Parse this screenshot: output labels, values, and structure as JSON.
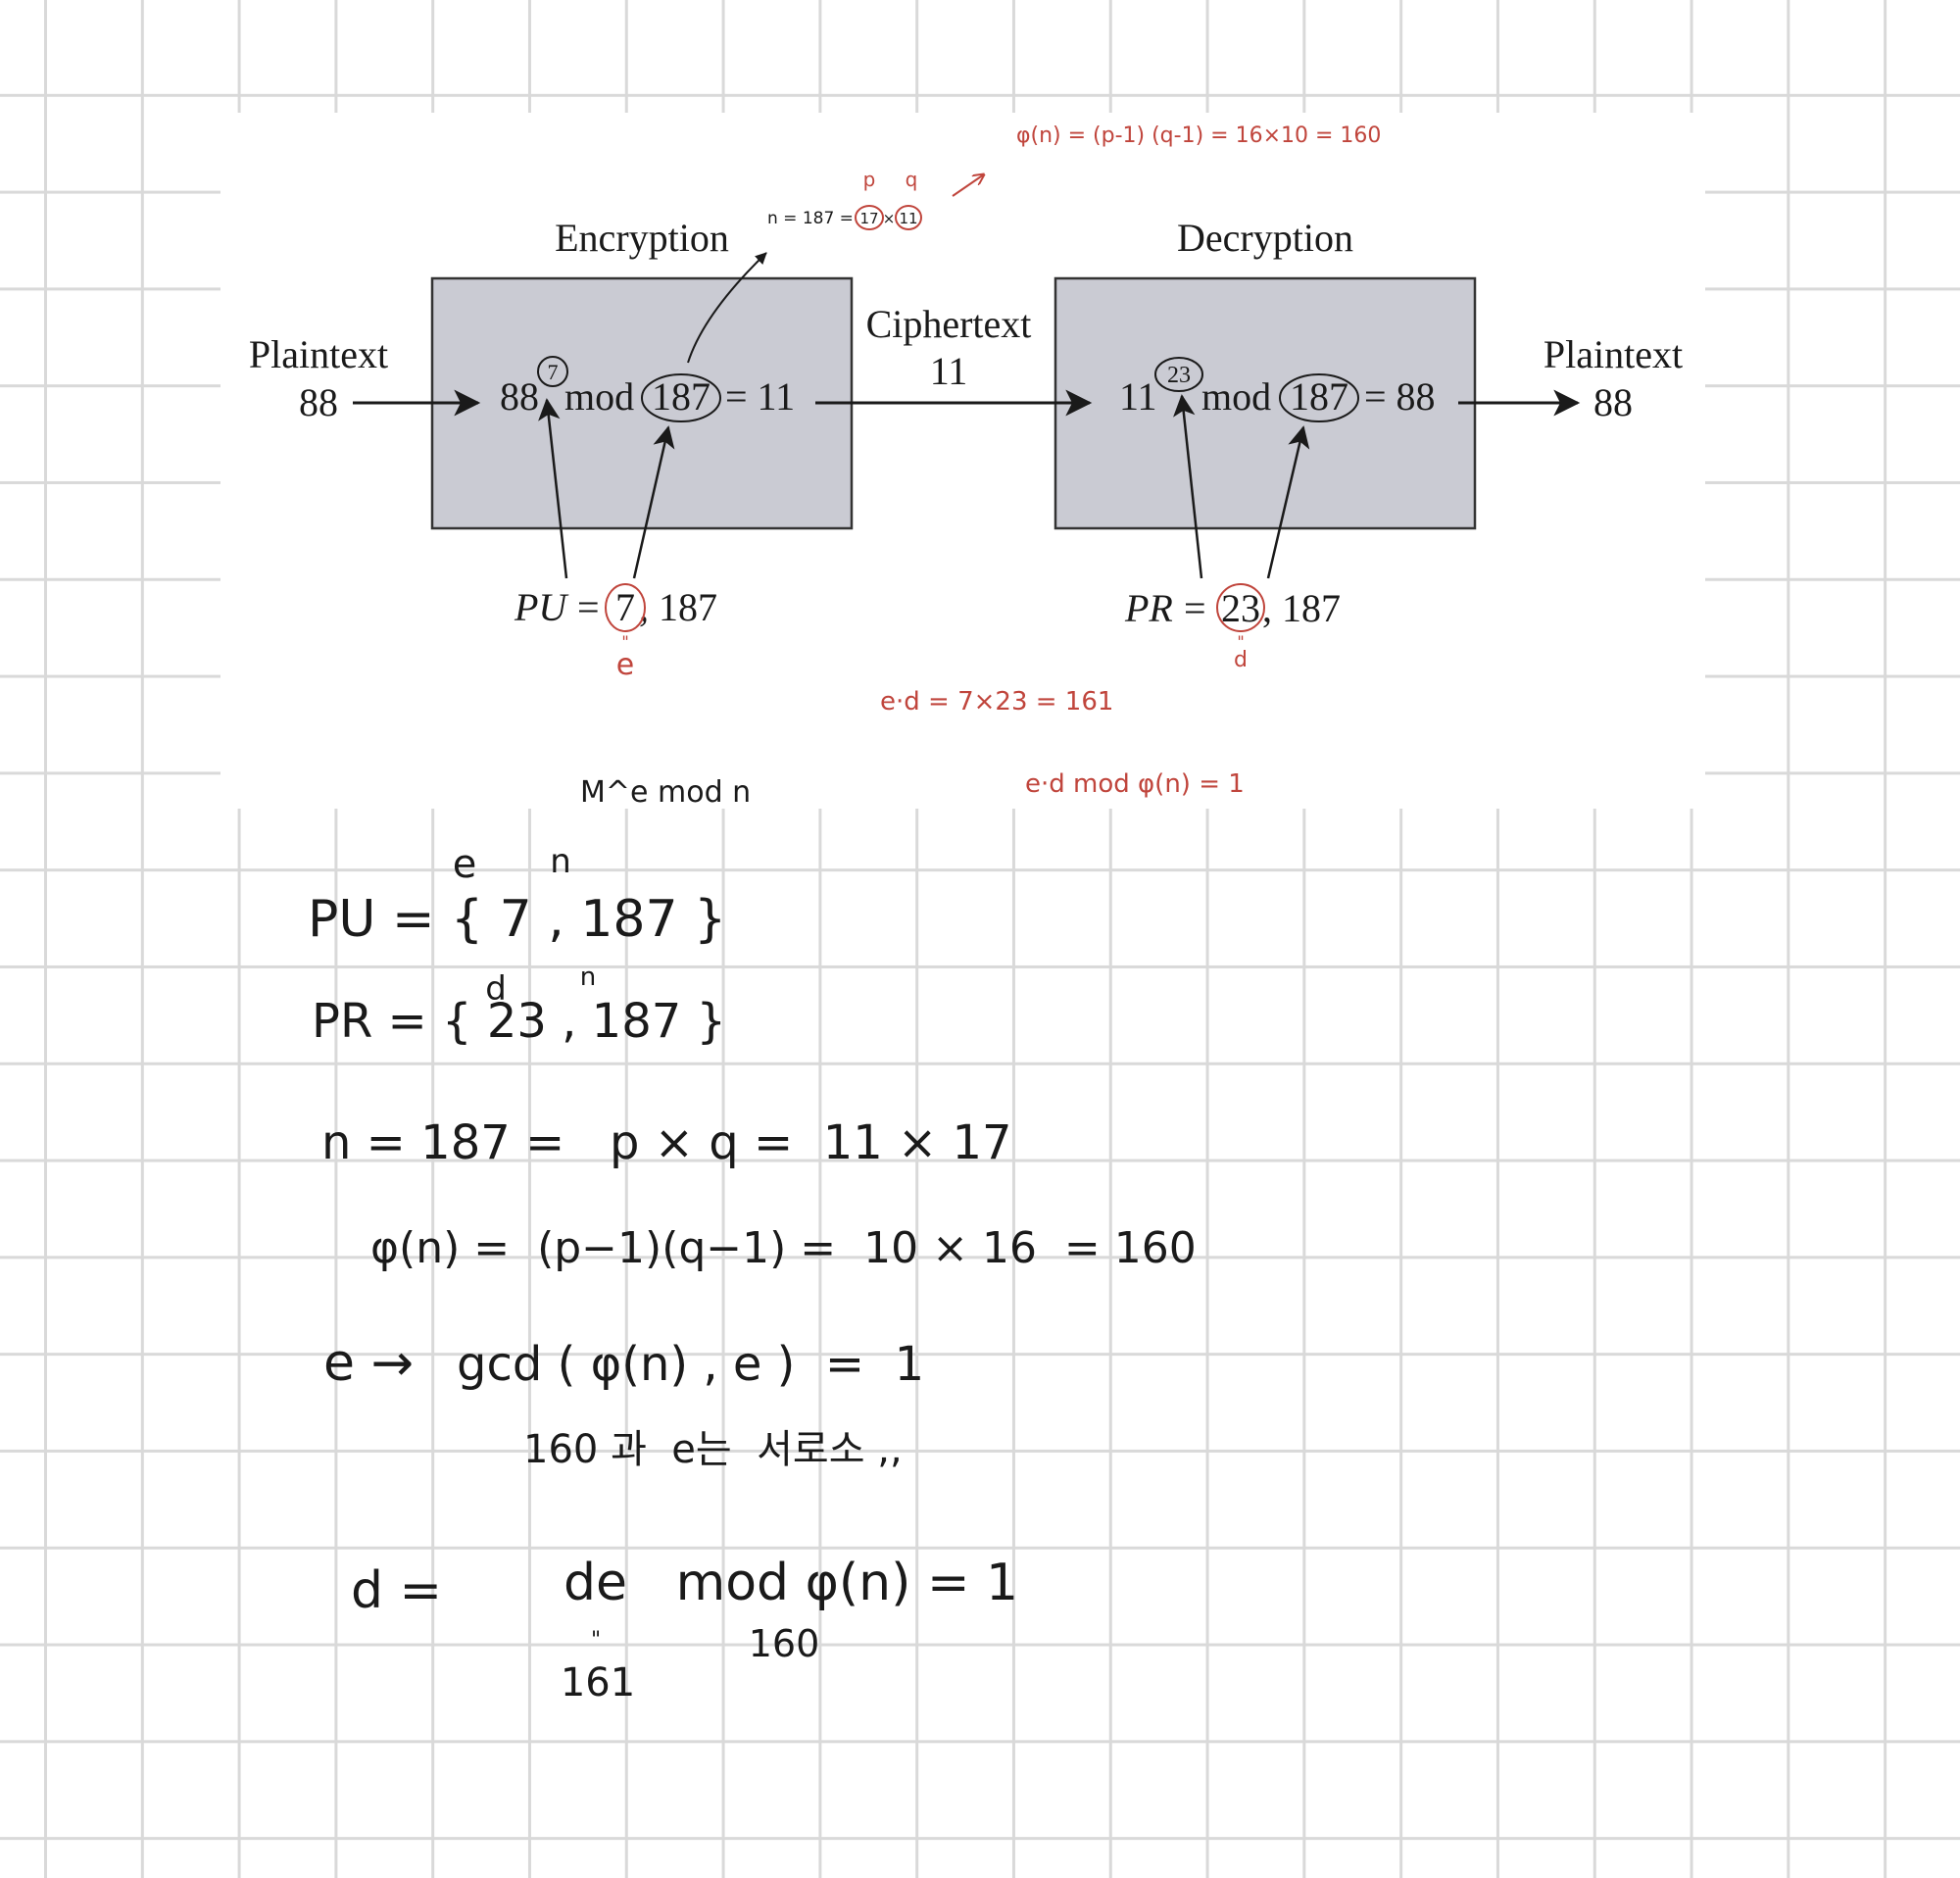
{
  "diagram": {
    "plaintext_in_label": "Plaintext",
    "plaintext_in_value": "88",
    "encryption_title": "Encryption",
    "enc_base": "88",
    "enc_exponent": "7",
    "enc_mod": "mod",
    "enc_modulus": "187",
    "enc_result": "= 11",
    "ciphertext_label": "Ciphertext",
    "ciphertext_value": "11",
    "decryption_title": "Decryption",
    "dec_base": "11",
    "dec_exponent": "23",
    "dec_mod": "mod",
    "dec_modulus": "187",
    "dec_result": "= 88",
    "plaintext_out_label": "Plaintext",
    "plaintext_out_value": "88",
    "pu_name": "PU",
    "pu_eq": "=",
    "pu_e": "7",
    "pu_n": ", 187",
    "pr_name": "PR",
    "pr_eq": "=",
    "pr_d": "23",
    "pr_n": ", 187",
    "box_fill": "#cacbd3"
  },
  "red_notes": {
    "phi_note": "φ(n) = (p-1) (q-1) = 16×10 = 160",
    "p_label": "p",
    "q_label": "q",
    "n_factor": "n = 187 =",
    "factor_p": "17",
    "factor_times": "×",
    "factor_q": "11",
    "e_label": "e",
    "d_label": "d",
    "ed_product": "e·d = 7×23 = 161",
    "ed_mod": "e·d mod φ(n) = 1",
    "color": "#c0453c"
  },
  "notes": {
    "me_mod_n": "M^e mod n",
    "pu_e_head": "e",
    "pu_n_head": "n",
    "pu_line": "PU = { 7 , 187 }",
    "pr_d_head": "d",
    "pr_n_head": "n",
    "pr_line": "PR = { 23 , 187 }",
    "n_line": "n = 187 =   p × q =  11 × 17",
    "phi_line": "φ(n) =  (p−1)(q−1) =  10 × 16  = 160",
    "gcd_prefix": "e →",
    "gcd_line": "gcd ( φ(n) , e )  =  1",
    "coprime_line": "160 과  e는  서로소 ,,",
    "d_prefix": "d =",
    "d_line": "de   mod φ(n) = 1",
    "de_mark": "\"",
    "de_value": "161",
    "phi_value": "160"
  }
}
